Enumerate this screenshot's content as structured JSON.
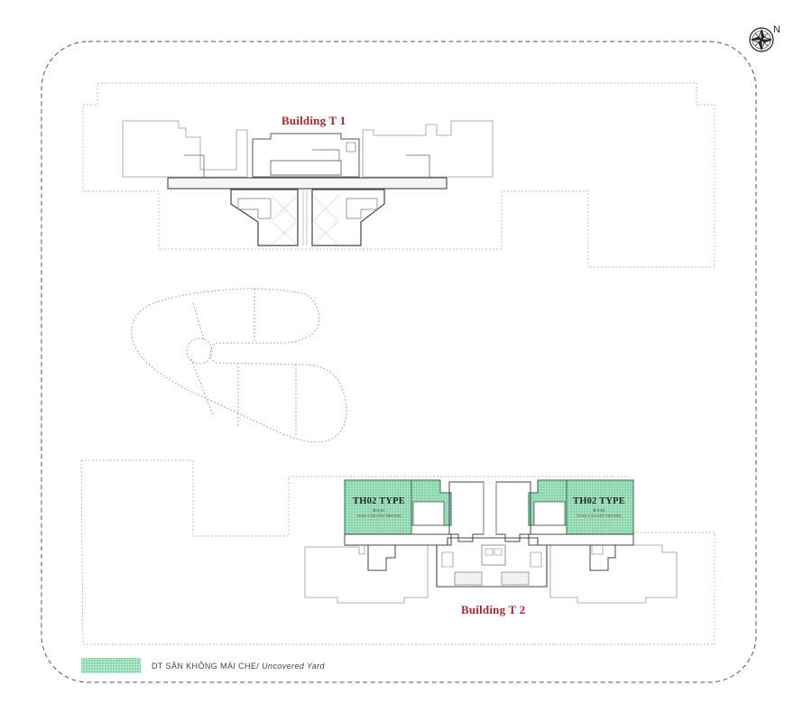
{
  "buildings": {
    "t1_label": "Building T 1",
    "t2_label": "Building T 2"
  },
  "units": [
    {
      "type": "TH02 TYPE",
      "line1": "B-6-01",
      "line2": "TOÀN CĂN SÂN THƯỢNG"
    },
    {
      "type": "TH02 TYPE",
      "line1": "B-6-02",
      "line2": "TOÀN CĂN SÂN THƯỢNG"
    }
  ],
  "legend": {
    "vn_text": "DT SÂN KHÔNG MÁI CHE/",
    "en_text": "Uncovered Yard",
    "swatch_color": "#8fd7b0"
  },
  "compass": {
    "letter": "N",
    "icon": "compass-rose-icon"
  },
  "colors": {
    "label_red": "#a0282e",
    "yard_green": "#8fd7b0",
    "unit_outline": "#2f6b4a",
    "line_dark": "#444444",
    "line_light": "#9a9a9a"
  }
}
